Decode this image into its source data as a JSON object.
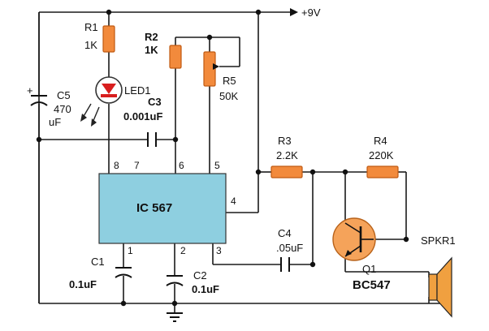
{
  "supply": {
    "label": "+9V"
  },
  "ic": {
    "name": "IC 567",
    "pins": [
      "8",
      "7",
      "6",
      "5",
      "4",
      "1",
      "2",
      "3"
    ]
  },
  "components": {
    "r1": {
      "ref": "R1",
      "value": "1K"
    },
    "r2": {
      "ref": "R2",
      "value": "1K"
    },
    "r5": {
      "ref": "R5",
      "value": "50K"
    },
    "led1": {
      "ref": "LED1"
    },
    "c5": {
      "ref": "C5",
      "value_line1": "470",
      "value_line2": "uF",
      "polarity": "+"
    },
    "c3": {
      "ref": "C3",
      "value": "0.001uF"
    },
    "r3": {
      "ref": "R3",
      "value": "2.2K"
    },
    "r4": {
      "ref": "R4",
      "value": "220K"
    },
    "c4": {
      "ref": "C4",
      "value": ".05uF"
    },
    "c1": {
      "ref": "C1",
      "value": "0.1uF"
    },
    "c2": {
      "ref": "C2",
      "value": "0.1uF"
    },
    "q1": {
      "ref": "Q1",
      "part": "BC547"
    },
    "spkr1": {
      "ref": "SPKR1"
    }
  },
  "colors": {
    "resistor": "#f28a3c",
    "resistor_outline": "#c05a12",
    "ic_body": "#8ecfe0",
    "transistor": "#f5a35a",
    "led": "#d81e1e",
    "speaker": "#f0a040",
    "wire": "#1a1a1a"
  }
}
